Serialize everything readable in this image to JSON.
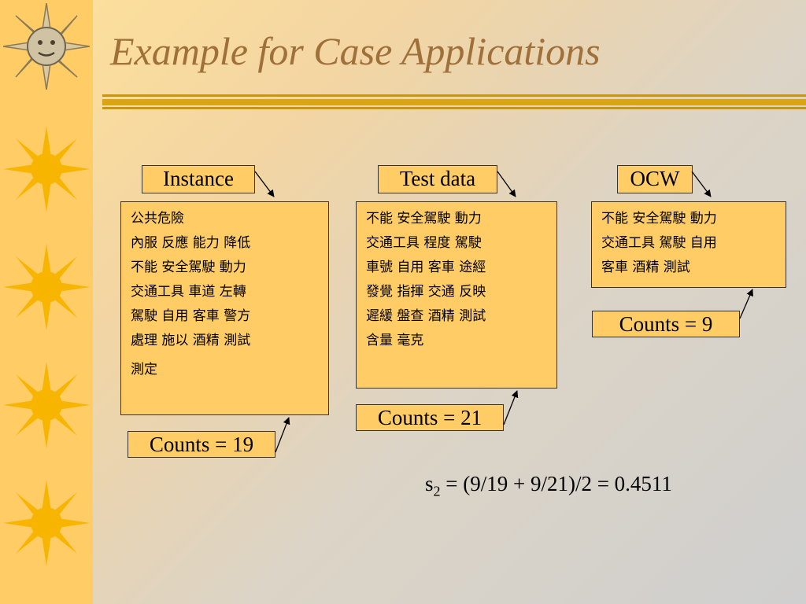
{
  "title": "Example for Case Applications",
  "colors": {
    "accent_strip": "#ffcc66",
    "box_fill": "#ffcc66",
    "title_color": "#a0703a",
    "rule_gold": "#c8960c"
  },
  "instance": {
    "label": "Instance",
    "lines": [
      "公共危險",
      "內服  反應  能力  降低",
      "不能  安全駕駛  動力",
      "交通工具  車道  左轉",
      "駕駛  自用  客車  警方",
      "處理  施以  酒精  測試",
      "測定"
    ],
    "counts": "Counts = 19"
  },
  "test_data": {
    "label": "Test data",
    "lines": [
      "不能 安全駕駛 動力",
      "交通工具 程度 駕駛",
      "車號 自用 客車 途經",
      "發覺 指揮 交通 反映",
      "遲緩 盤查 酒精 測試",
      "含量 毫克"
    ],
    "counts": "Counts = 21"
  },
  "ocw": {
    "label": "OCW",
    "lines": [
      "不能 安全駕駛 動力",
      "交通工具 駕駛 自用",
      "客車 酒精 測試"
    ],
    "counts": "Counts = 9"
  },
  "formula": {
    "var": "s",
    "sub": "2",
    "expr": " = (9/19 + 9/21)/2 = 0.4511"
  }
}
